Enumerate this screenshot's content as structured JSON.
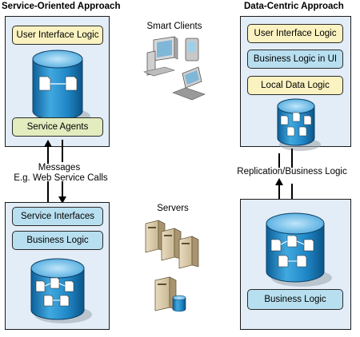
{
  "left": {
    "title": "Service-Oriented Approach",
    "top_items": [
      "User Interface Logic",
      "Service Agents"
    ],
    "bottom_items": [
      "Service Interfaces",
      "Business Logic"
    ]
  },
  "middle": {
    "smart_clients_label": "Smart Clients",
    "messages_label": "Messages",
    "web_service_label": "E.g. Web Service Calls",
    "servers_label": "Servers"
  },
  "right": {
    "title": "Data-Centric Approach",
    "top_items": [
      "User Interface Logic",
      "Business Logic in UI",
      "Local Data Logic"
    ],
    "replication_label": "Replication/Business Logic",
    "bottom_items": [
      "Business Logic"
    ]
  },
  "colors": {
    "panel": "#e3edf7",
    "ui_logic": "#faf2c0",
    "service_agents": "#e2ecbf",
    "logic_blue": "#b8dff0",
    "cylinder": "#1f86c6"
  }
}
